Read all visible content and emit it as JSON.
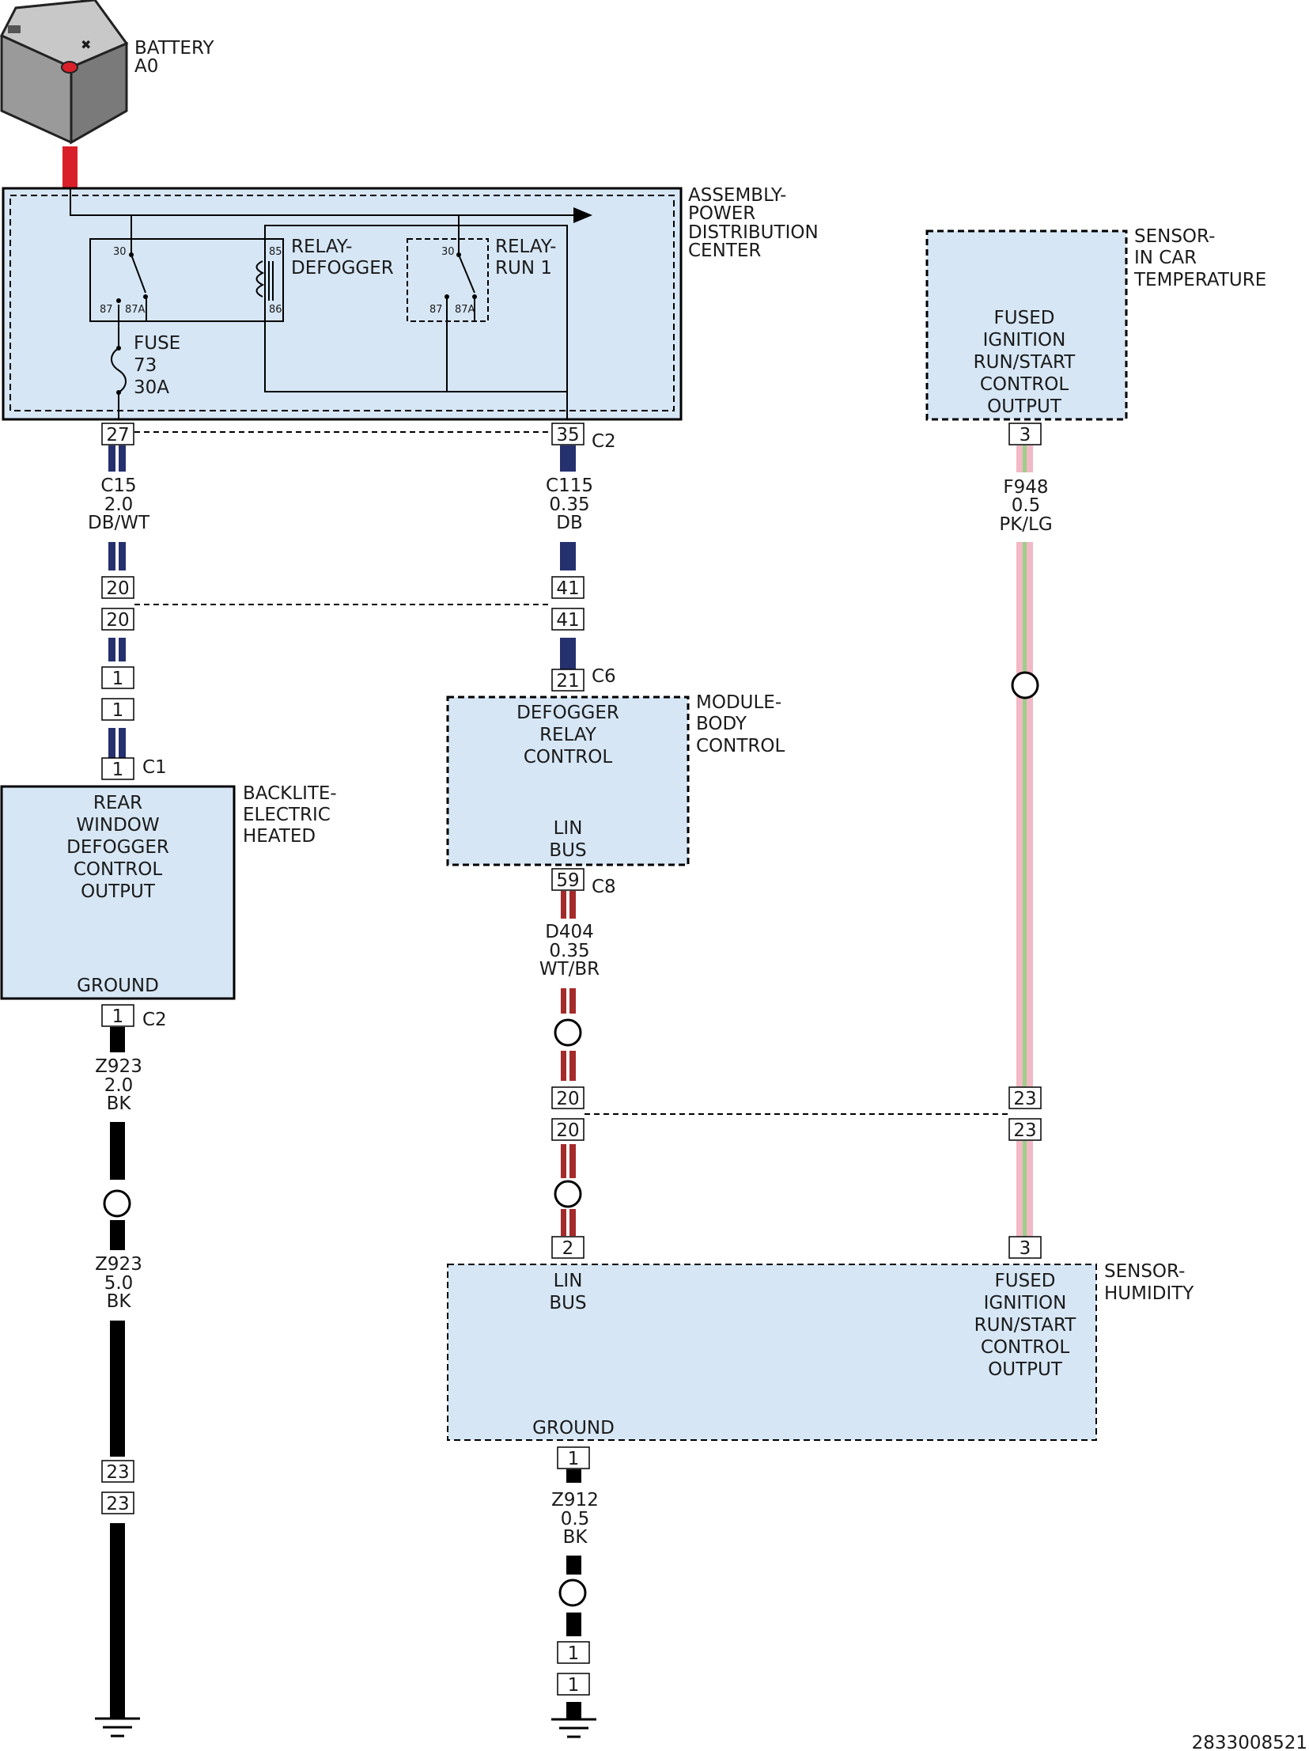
{
  "colors": {
    "box_fill": "#d6e6f5",
    "wire_dark_blue": "#25306e",
    "wire_white": "#ffffff",
    "wire_brown": "#a52a2a",
    "wire_pink": "#f2b8c6",
    "wire_light_green": "#9ccf8a",
    "wire_black": "#000000",
    "wire_red": "#d9202a"
  },
  "battery": {
    "line1": "BATTERY",
    "line2": "A0"
  },
  "pdc": {
    "name_lines": [
      "ASSEMBLY-",
      "POWER",
      "DISTRIBUTION",
      "CENTER"
    ],
    "relay_defogger": {
      "name_lines": [
        "RELAY-",
        "DEFOGGER"
      ],
      "pins": [
        "30",
        "87",
        "87A",
        "85",
        "86"
      ]
    },
    "relay_run1": {
      "name_lines": [
        "RELAY-",
        "RUN 1"
      ],
      "pins": [
        "30",
        "87",
        "87A"
      ]
    },
    "fuse": {
      "lines": [
        "FUSE",
        "73",
        "30A"
      ]
    }
  },
  "connectors": {
    "pdc_27": "27",
    "pdc_35": "35",
    "pdc_conn": "C2",
    "c15_top": "20",
    "c15_bot": "20",
    "c115_top": "41",
    "c115_bot": "41",
    "a_top": "1",
    "a_bot": "1",
    "backlite_in": "1",
    "backlite_in_conn": "C1",
    "backlite_out": "1",
    "backlite_out_conn": "C2",
    "bcm_in": "21",
    "bcm_in_conn": "C6",
    "bcm_out": "59",
    "bcm_out_conn": "C8",
    "d_top": "20",
    "d_bot": "20",
    "f_top": "23",
    "f_bot": "23",
    "hum_lin": "2",
    "hum_ign": "3",
    "temp_out": "3",
    "z923_top": "23",
    "z923_bot": "23",
    "hum_gnd": "1",
    "z912_top": "1",
    "z912_bot": "1"
  },
  "wires": {
    "c15": [
      "C15",
      "2.0",
      "DB/WT"
    ],
    "c115": [
      "C115",
      "0.35",
      "DB"
    ],
    "f948": [
      "F948",
      "0.5",
      "PK/LG"
    ],
    "d404": [
      "D404",
      "0.35",
      "WT/BR"
    ],
    "z923a": [
      "Z923",
      "2.0",
      "BK"
    ],
    "z923b": [
      "Z923",
      "5.0",
      "BK"
    ],
    "z912": [
      "Z912",
      "0.5",
      "BK"
    ]
  },
  "sensor_temp": {
    "name_lines": [
      "SENSOR-",
      "IN CAR",
      "TEMPERATURE"
    ],
    "func_lines": [
      "FUSED",
      "IGNITION",
      "RUN/START",
      "CONTROL",
      "OUTPUT"
    ]
  },
  "bcm": {
    "name_lines": [
      "MODULE-",
      "BODY",
      "CONTROL"
    ],
    "func_lines": [
      "DEFOGGER",
      "RELAY",
      "CONTROL"
    ],
    "bus_lines": [
      "LIN",
      "BUS"
    ]
  },
  "backlite": {
    "name_lines": [
      "BACKLITE-",
      "ELECTRIC",
      "HEATED"
    ],
    "func_lines": [
      "REAR",
      "WINDOW",
      "DEFOGGER",
      "CONTROL",
      "OUTPUT"
    ],
    "ground": "GROUND"
  },
  "humidity": {
    "name_lines": [
      "SENSOR-",
      "HUMIDITY"
    ],
    "bus_lines": [
      "LIN",
      "BUS"
    ],
    "func_lines": [
      "FUSED",
      "IGNITION",
      "RUN/START",
      "CONTROL",
      "OUTPUT"
    ],
    "ground": "GROUND"
  },
  "figure_id": "2833008521"
}
